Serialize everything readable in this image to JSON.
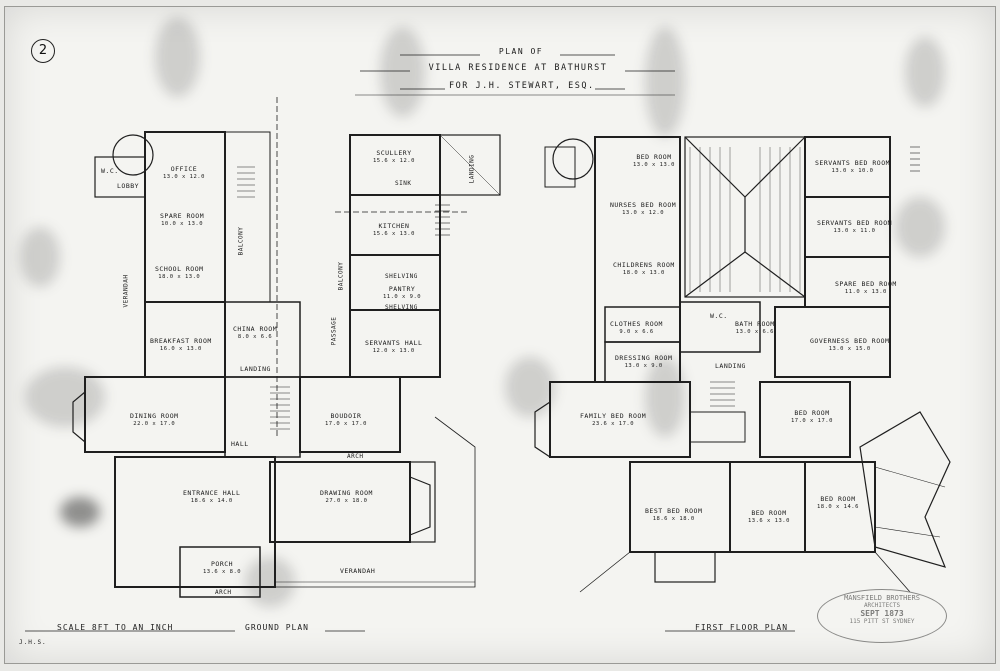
{
  "sheet_number": "2",
  "title": {
    "line1": "PLAN OF",
    "line2": "VILLA RESIDENCE AT BATHURST",
    "line3": "FOR J.H. STEWART, ESQ."
  },
  "ground_plan": {
    "label": "GROUND PLAN",
    "scale": "SCALE 8FT TO AN INCH",
    "rooms": [
      {
        "name": "OFFICE",
        "dims": "13.0 x 12.0"
      },
      {
        "name": "LOBBY",
        "dims": ""
      },
      {
        "name": "W.C.",
        "dims": ""
      },
      {
        "name": "SPARE ROOM",
        "dims": "10.0 x 13.0"
      },
      {
        "name": "SCHOOL ROOM",
        "dims": "18.0 x 13.0"
      },
      {
        "name": "BREAKFAST ROOM",
        "dims": "16.0 x 13.0"
      },
      {
        "name": "CHINA ROOM",
        "dims": "8.0 x 6.6"
      },
      {
        "name": "LANDING",
        "dims": ""
      },
      {
        "name": "DINING ROOM",
        "dims": "22.0 x 17.0"
      },
      {
        "name": "HALL",
        "dims": ""
      },
      {
        "name": "BOUDOIR",
        "dims": "17.0 x 17.0"
      },
      {
        "name": "ENTRANCE HALL",
        "dims": "18.6 x 14.0"
      },
      {
        "name": "DRAWING ROOM",
        "dims": "27.0 x 18.0"
      },
      {
        "name": "PORCH",
        "dims": "13.6 x 8.0"
      },
      {
        "name": "VERANDAH",
        "dims": ""
      },
      {
        "name": "SCULLERY",
        "dims": "15.6 x 12.0"
      },
      {
        "name": "KITCHEN",
        "dims": "15.6 x 13.0"
      },
      {
        "name": "PANTRY",
        "dims": "11.0 x 9.0"
      },
      {
        "name": "SERVANTS HALL",
        "dims": "12.0 x 13.0"
      }
    ],
    "small_labels": [
      "BALCONY",
      "VERANDAH",
      "PASSAGE",
      "SHELVING",
      "SHELVING",
      "SINK",
      "ARCH",
      "ARCH",
      "LANDING",
      "BALCONY"
    ]
  },
  "first_floor_plan": {
    "label": "FIRST FLOOR PLAN",
    "rooms": [
      {
        "name": "BED ROOM",
        "dims": "13.0 x 13.0"
      },
      {
        "name": "NURSES BED ROOM",
        "dims": "13.0 x 12.0"
      },
      {
        "name": "CHILDRENS ROOM",
        "dims": "18.0 x 13.0"
      },
      {
        "name": "CLOTHES ROOM",
        "dims": "9.0 x 6.6"
      },
      {
        "name": "DRESSING ROOM",
        "dims": "13.0 x 9.0"
      },
      {
        "name": "W.C.",
        "dims": ""
      },
      {
        "name": "BATH ROOM",
        "dims": "13.0 x 6.6"
      },
      {
        "name": "FAMILY BED ROOM",
        "dims": "23.6 x 17.0"
      },
      {
        "name": "LANDING",
        "dims": ""
      },
      {
        "name": "BED ROOM",
        "dims": "17.0 x 17.0"
      },
      {
        "name": "BEST BED ROOM",
        "dims": "18.6 x 18.0"
      },
      {
        "name": "BED ROOM",
        "dims": "13.6 x 13.0"
      },
      {
        "name": "BED ROOM",
        "dims": "18.0 x 14.6"
      },
      {
        "name": "SERVANTS BED ROOM",
        "dims": "13.0 x 10.0"
      },
      {
        "name": "SERVANTS BED ROOM",
        "dims": "13.0 x 11.0"
      },
      {
        "name": "SPARE BED ROOM",
        "dims": "11.0 x 13.0"
      },
      {
        "name": "GOVERNESS BED ROOM",
        "dims": "13.0 x 15.0"
      }
    ]
  },
  "stamp": {
    "line1": "MANSFIELD BROTHERS",
    "line2": "ARCHITECTS",
    "line3": "SEPT 1873",
    "line4": "115 PITT ST SYDNEY"
  },
  "corner_mark": "J.H.S."
}
